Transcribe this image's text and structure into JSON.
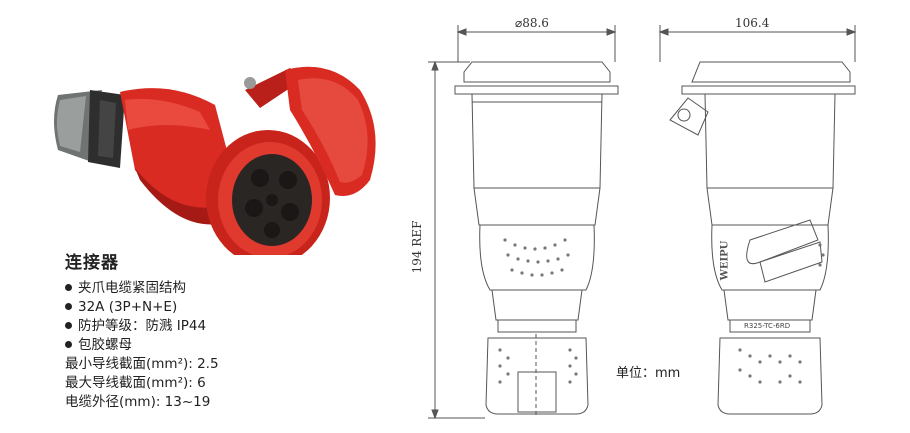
{
  "specs": {
    "title": "连接器",
    "bullets": [
      "夹爪电缆紧固结构",
      "32A (3P+N+E)",
      "防护等级：防溅  IP44",
      "包胶螺母"
    ],
    "lines": [
      "最小导线截面(mm²): 2.5",
      "最大导线截面(mm²): 6",
      "电缆外径(mm): 13~19"
    ]
  },
  "drawing": {
    "dim_front_width": "⌀88.6",
    "dim_side_width": "106.4",
    "dim_height": "194 REF",
    "model_label": "R325-TC-6RD",
    "brand_mark": "WEIPU",
    "unit_label": "单位：mm"
  },
  "colors": {
    "body_red": "#d92b22",
    "dark_red": "#a51a14",
    "socket_black": "#2a2623",
    "grip_gray": "#7d8281",
    "line_color": "#555555"
  }
}
